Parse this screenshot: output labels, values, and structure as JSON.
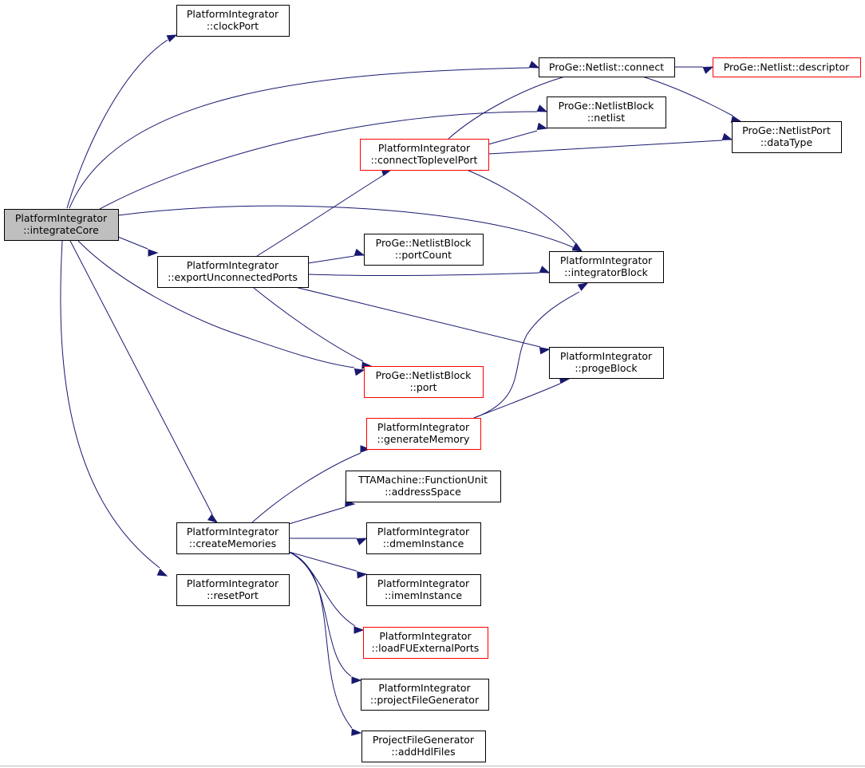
{
  "nodes": {
    "integrateCore": [
      "PlatformIntegrator",
      "::integrateCore"
    ],
    "clockPort": [
      "PlatformIntegrator",
      "::clockPort"
    ],
    "connect": [
      "ProGe::Netlist::connect"
    ],
    "descriptor": [
      "ProGe::Netlist::descriptor"
    ],
    "netlist": [
      "ProGe::NetlistBlock",
      "::netlist"
    ],
    "dataType": [
      "ProGe::NetlistPort",
      "::dataType"
    ],
    "connectToplevelPort": [
      "PlatformIntegrator",
      "::connectToplevelPort"
    ],
    "portCount": [
      "ProGe::NetlistBlock",
      "::portCount"
    ],
    "exportUnconnectedPorts": [
      "PlatformIntegrator",
      "::exportUnconnectedPorts"
    ],
    "integratorBlock": [
      "PlatformIntegrator",
      "::integratorBlock"
    ],
    "progeBlock": [
      "PlatformIntegrator",
      "::progeBlock"
    ],
    "port": [
      "ProGe::NetlistBlock",
      "::port"
    ],
    "generateMemory": [
      "PlatformIntegrator",
      "::generateMemory"
    ],
    "addressSpace": [
      "TTAMachine::FunctionUnit",
      "::addressSpace"
    ],
    "createMemories": [
      "PlatformIntegrator",
      "::createMemories"
    ],
    "dmemInstance": [
      "PlatformIntegrator",
      "::dmemInstance"
    ],
    "resetPort": [
      "PlatformIntegrator",
      "::resetPort"
    ],
    "imemInstance": [
      "PlatformIntegrator",
      "::imemInstance"
    ],
    "loadFUExternalPorts": [
      "PlatformIntegrator",
      "::loadFUExternalPorts"
    ],
    "projectFileGenerator": [
      "PlatformIntegrator",
      "::projectFileGenerator"
    ],
    "addHdlFiles": [
      "ProjectFileGenerator",
      "::addHdlFiles"
    ]
  },
  "colors": {
    "edge": "#191970",
    "node_border": "#000000",
    "node_border_truncated": "#ff0000",
    "root_fill": "#bfbfbf"
  }
}
